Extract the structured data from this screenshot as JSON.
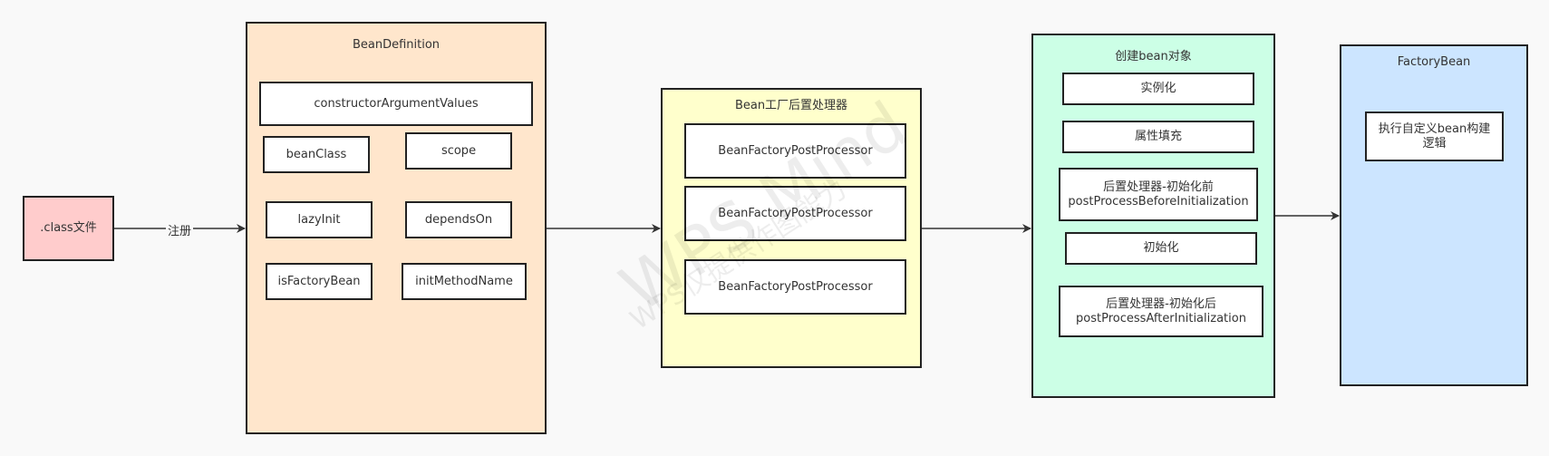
{
  "nodes": {
    "class_file": ".class文件",
    "bean_definition": {
      "title": "BeanDefinition",
      "fields": {
        "constructor_argument_values": "constructorArgumentValues",
        "bean_class": "beanClass",
        "scope": "scope",
        "lazy_init": "lazyInit",
        "depends_on": "dependsOn",
        "is_factory_bean": "isFactoryBean",
        "init_method_name": "initMethodName"
      }
    },
    "bean_factory_post_processors": {
      "title": "Bean工厂后置处理器",
      "items": [
        "BeanFactoryPostProcessor",
        "BeanFactoryPostProcessor",
        "BeanFactoryPostProcessor"
      ]
    },
    "create_bean": {
      "title": "创建bean对象",
      "steps": {
        "instantiate": "实例化",
        "populate": "属性填充",
        "before_init": "后置处理器-初始化前\npostProcessBeforeInitialization",
        "init": "初始化",
        "after_init": "后置处理器-初始化后\npostProcessAfterInitialization"
      }
    },
    "factory_bean": {
      "title": "FactoryBean",
      "custom_logic": "执行自定义bean构建\n逻辑"
    }
  },
  "edges": {
    "register_label": "注册"
  },
  "colors": {
    "class_file_fill": "#ffcccc",
    "bean_definition_fill": "#ffe6cc",
    "post_processor_fill": "#ffffcc",
    "create_bean_fill": "#ccffe6",
    "factory_bean_fill": "#cce5ff"
  },
  "watermark": {
    "main": "WPS Mind",
    "sub": "WPS仅提供作图能力"
  }
}
